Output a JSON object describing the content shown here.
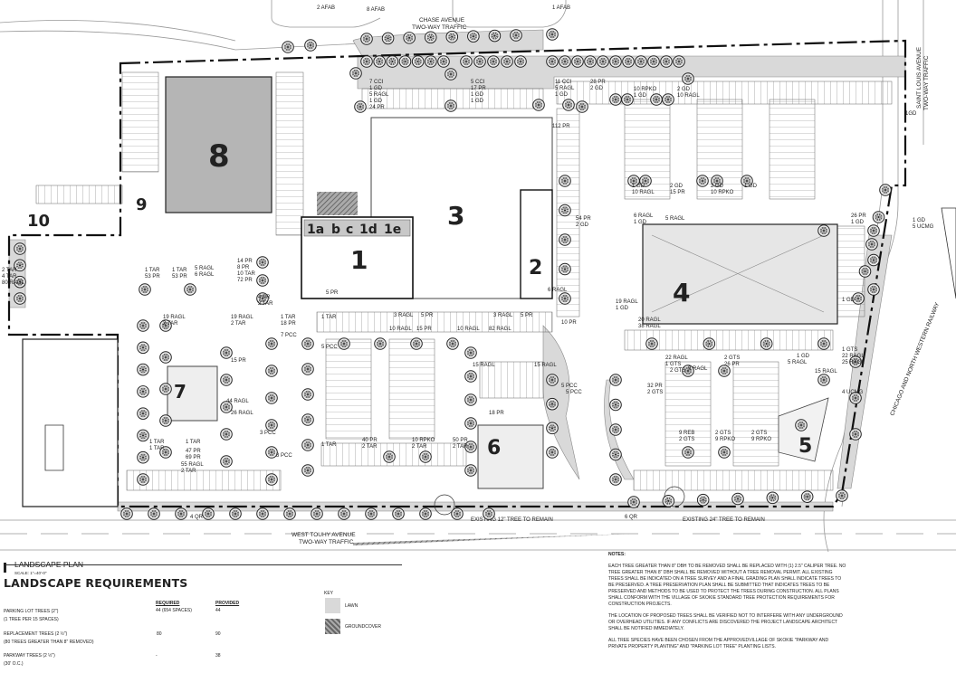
{
  "plan": {
    "streets": {
      "chase_name": "CHASE AVENUE",
      "chase_traffic": "TWO-WAY TRAFFIC",
      "touhy_name": "WEST TOUHY AVENUE",
      "touhy_traffic": "TWO-WAY TRAFFIC",
      "st_louis_name": "SAINT LOUIS AVENUE",
      "st_louis_traffic": "TWO-WAY TRAFFIC",
      "railway": "CHICAGO AND NORTH WESTERN RAILWAY"
    },
    "buildings": {
      "b1": "1",
      "b1_units": [
        "1a",
        "b",
        "c",
        "1d",
        "1e"
      ],
      "b2": "2",
      "b3": "3",
      "b4": "4",
      "b5": "5",
      "b6": "6",
      "b7": "7",
      "b8": "8",
      "b9": "9",
      "b10": "10"
    },
    "existing_trees": [
      "EXISTING 12\" TREE TO REMAIN",
      "EXISTING 24\" TREE TO REMAIN"
    ],
    "callouts": [
      "2 AFAB",
      "8 AFAB",
      "1 AFAB",
      "1GD",
      "7 CCI",
      "1 GD",
      "5 RAGL",
      "1 GD",
      "24 PR",
      "5 CCI",
      "17 PR",
      "1 GD",
      "1 GD",
      "11 CCI",
      "5 RAGL",
      "1 GD",
      "28 PR",
      "2 GD",
      "112 PR",
      "10 RPKO",
      "1 GD",
      "2 GD",
      "10 RAGL",
      "1 GD",
      "10 RAGL",
      "2 GD",
      "15 PR",
      "2 GD",
      "10 RPKO",
      "1 GD",
      "54 PR",
      "2 GD",
      "6 RAGL",
      "1 GD",
      "5 RAGL",
      "26 PR",
      "1 GD",
      "1 GD",
      "5 UCMG",
      "2 TAR",
      "4 TAR",
      "80 RAGL",
      "1 TAR",
      "53 PR",
      "1 TAR",
      "53 PR",
      "5 RAGL",
      "6 RAGL",
      "14 PR",
      "8 PR",
      "10 TAR",
      "72 PR",
      "4 PR",
      "2 TAR",
      "5 PR",
      "3 RAGL",
      "5 PR",
      "3 RAGL",
      "5 PR",
      "6 RAGL",
      "10 PR",
      "19 RAGL",
      "1 GD",
      "19 RAGL",
      "2 TAR",
      "19 RAGL",
      "2 TAR",
      "1 TAR",
      "18 PR",
      "7 PCC",
      "1 TAR",
      "5 PCC",
      "10 RAGL",
      "15 PR",
      "10 RAGL",
      "82 RAGL",
      "15 RAGL",
      "15 RAGL",
      "5 PCC",
      "18 PR",
      "1 TAR",
      "40 PR",
      "2 TAR",
      "10 RPKO",
      "2 TAR",
      "50 PR",
      "2 TAR",
      "15 PR",
      "1 TAR",
      "44 RAGL",
      "26 RAGL",
      "1 TAR",
      "47 PR",
      "1 TAR",
      "69 PR",
      "3 PCC",
      "3 PCC",
      "55 RAGL",
      "2 TAR",
      "4 QR",
      "6 QR",
      "20 RAGL",
      "38 RAGL",
      "22 RAGL",
      "1 GTS",
      "2 GTS",
      "9 RAGL",
      "2 GTS",
      "26 PR",
      "5 RAGL",
      "1 GD",
      "32 PR",
      "2 GTS",
      "5 PCC",
      "15 RAGL",
      "1 GTS",
      "22 RAGL",
      "25 RAGL",
      "4 UCMG",
      "9 REB",
      "2 GTS",
      "2 GTS",
      "9 RPKO",
      "2 GTS",
      "9 RPKO",
      "1 GD"
    ]
  },
  "footer": {
    "plan_title": "LANDSCAPE PLAN",
    "scale": "SCALE: 1\"=40'-0\"",
    "requirements_title": "LANDSCAPE REQUIREMENTS",
    "col_required": "REQUIRED",
    "col_provided": "PROVIDED",
    "rows": [
      {
        "name": "PARKING LOT TREES (2\")",
        "sub": "(1 TREE PER 15 SPACES)",
        "required": "44 (654 SPACES)",
        "provided": "44"
      },
      {
        "name": "REPLACEMENT TREES (2 ½\")",
        "sub": "(80 TREES GREATER THAN 8\" REMOVED)",
        "required": "80",
        "provided": "90"
      },
      {
        "name": "PARKWAY  TREES (2 ½\")",
        "sub": "(30' O.C.)",
        "required": "-",
        "provided": "38"
      }
    ],
    "key": {
      "title": "KEY",
      "items": [
        {
          "label": "LAWN",
          "color": "#d9d9d9"
        },
        {
          "label": "GROUNDCOVER",
          "color": "#8a8a8a"
        }
      ]
    }
  },
  "notes": {
    "title": "NOTES:",
    "paragraphs": [
      "EACH TREE GREATER THAN 8\" DBH TO BE REMOVED SHALL BE REPLACED WITH (1) 2.5\" CALIPER TREE. NO TREE GREATER THAN 8\" DBH SHALL BE REMOVED WITHOUT A TREE REMOVAL PERMIT.  ALL EXISTING TREES SHALL BE INDICATED ON A TREE SURVEY AND A FINAL GRADING PLAN SHALL INDICATE TREES TO BE PRESERVED. A TREE PRESERVATION PLAN SHALL BE SUBMITTED THAT INDICATES TREES TO BE PRESERVED AND METHODS TO BE USED TO PROTECT THE TREES DURING CONSTRUCTION. ALL PLANS SHALL CONFORM WITH THE VILLAGE OF SKOKIE STANDARD TREE PROTECTION REQUIREMENTS FOR CONSTRUCTION PROJECTS.",
      "THE LOCATION OF PROPOSED TREES SHALL BE VERIFIED NOT TO INTERFERE WITH ANY UNDERGROUND OR OVERHEAD UTILITIES. IF ANY CONFLICTS ARE DISCOVERED  THE PROJECT LANDSCAPE ARCHITECT SHALL BE NOTIFIED IMMEDIATELY.",
      "ALL TREE SPECIES HAVE BEEN CHOSEN FROM THE APPROVEDVILLAGE OF SKOKIE \"PARKWAY AND PRIVATE PROPERTY PLANTING\" AND \"PARKING LOT TREE\" PLANTING LISTS."
    ]
  }
}
